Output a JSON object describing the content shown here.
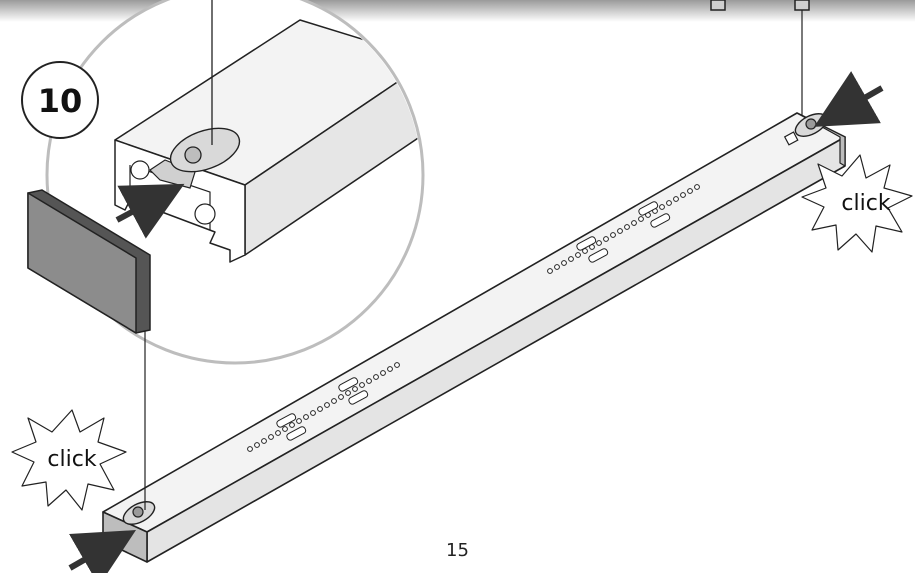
{
  "step": {
    "number": "10"
  },
  "callouts": {
    "click_right": "click",
    "click_left": "click"
  },
  "footer": {
    "page_number": "15"
  },
  "colors": {
    "outline": "#222222",
    "bar_fill": "#f2f2f2",
    "end_fill": "#bdbdbd",
    "panel_fill": "#8c8c8c",
    "arrow": "#333333"
  }
}
